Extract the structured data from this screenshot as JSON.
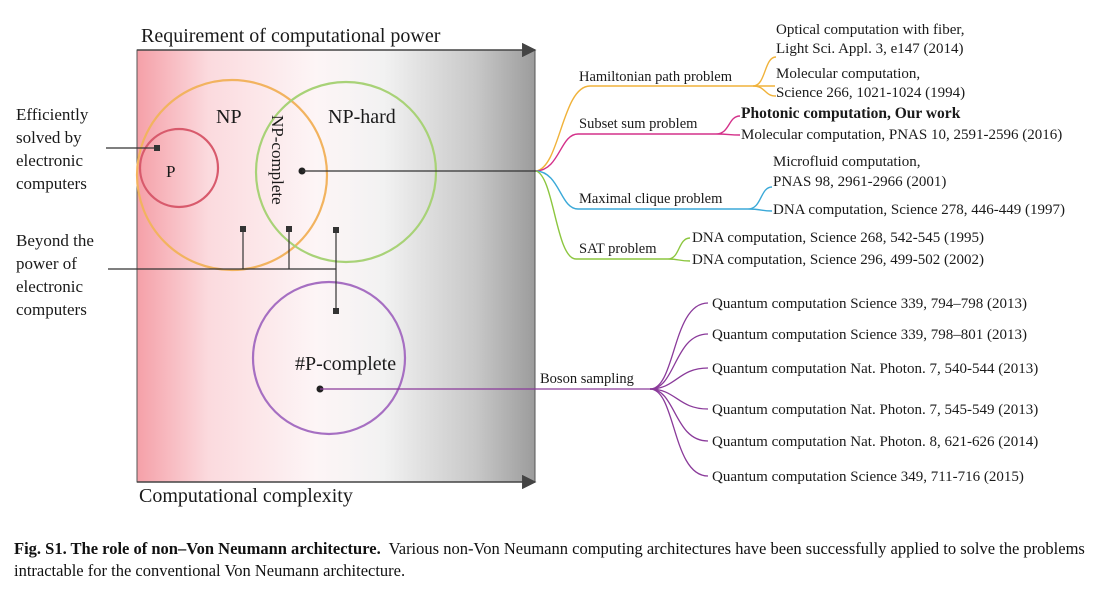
{
  "axes": {
    "top_label": "Requirement of computational power",
    "bottom_label": "Computational complexity"
  },
  "sets": {
    "p": "P",
    "np": "NP",
    "np_complete": "NP-complete",
    "np_hard": "NP-hard",
    "sharp_p_complete": "#P-complete"
  },
  "side_labels": {
    "efficient": [
      "Efficiently",
      "solved by",
      "electronic",
      "computers"
    ],
    "beyond": [
      "Beyond the",
      "power of",
      "electronic",
      "computers"
    ]
  },
  "problems": [
    {
      "name": "Hamiltonian path problem",
      "refs": [
        [
          "Optical computation with fiber,",
          "Light Sci. Appl. 3, e147 (2014)"
        ],
        [
          "Molecular computation,",
          "Science 266, 1021-1024 (1994)"
        ]
      ]
    },
    {
      "name": "Subset sum problem",
      "refs": [
        [
          "Photonic computation, Our work"
        ],
        [
          "Molecular computation, PNAS 10, 2591-2596 (2016)"
        ]
      ]
    },
    {
      "name": "Maximal clique  problem",
      "refs": [
        [
          "Microfluid computation,",
          "PNAS 98, 2961-2966 (2001)"
        ],
        [
          "DNA computation, Science 278, 446-449 (1997)"
        ]
      ]
    },
    {
      "name": "SAT problem",
      "refs": [
        [
          "DNA computation, Science 268, 542-545 (1995)"
        ],
        [
          "DNA computation, Science 296, 499-502 (2002)"
        ]
      ]
    }
  ],
  "boson": {
    "name": "Boson sampling",
    "refs": [
      "Quantum computation  Science 339, 794–798 (2013)",
      "Quantum computation  Science 339, 798–801 (2013)",
      "Quantum computation  Nat. Photon. 7, 540-544 (2013)",
      "Quantum computation  Nat. Photon. 7, 545-549 (2013)",
      "Quantum computation  Nat. Photon. 8, 621-626 (2014)",
      "Quantum computation  Science 349, 711-716 (2015)"
    ]
  },
  "caption": {
    "title": "Fig. S1. The role of non–Von Neumann architecture.",
    "body": "Various non-Von Neumann computing architectures have been successfully applied to solve the problems intractable for the conventional Von Neumann architecture."
  },
  "colors": {
    "p": "#d85a6c",
    "np": "#f2b35f",
    "np_hard": "#a8d277",
    "sharp_p": "#a66fc2",
    "hamiltonian": "#f0b23a",
    "subset": "#d4318a",
    "clique": "#3ba9d8",
    "sat": "#8cc63f",
    "boson": "#8a3a9a",
    "axis": "#444444"
  }
}
